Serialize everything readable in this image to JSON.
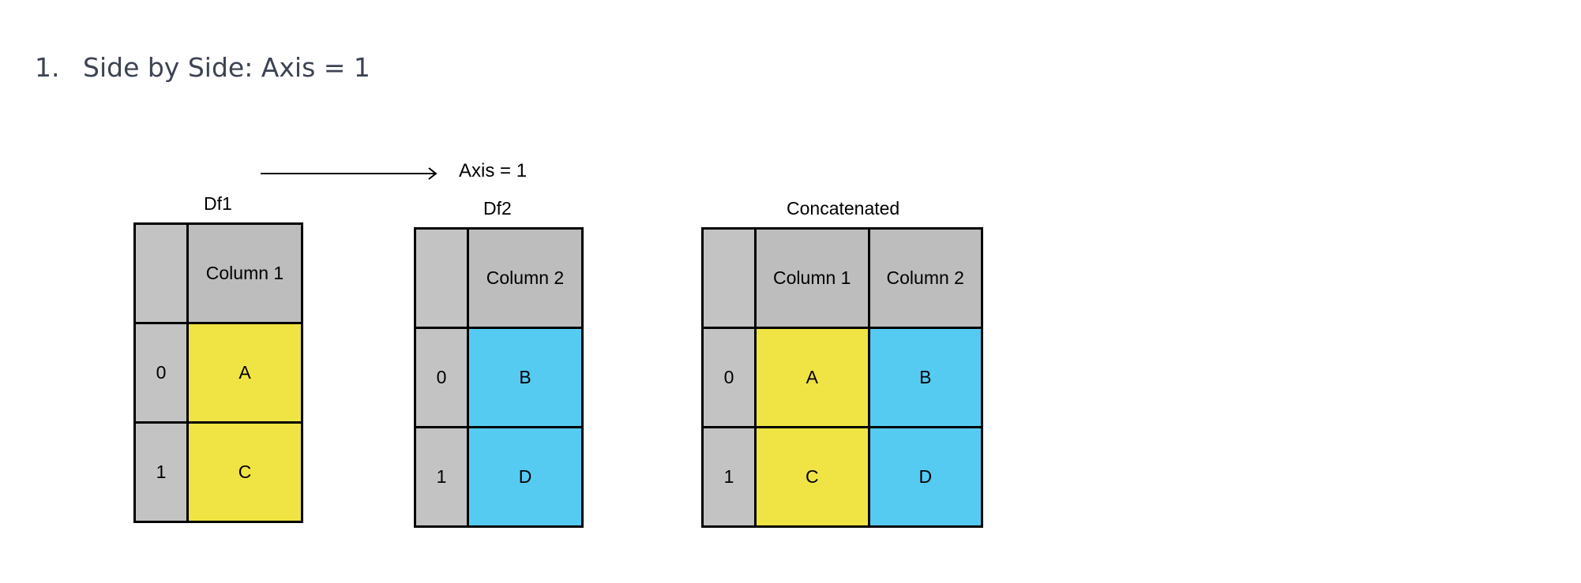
{
  "heading": {
    "number": "1.",
    "title": "Side by Side: Axis = 1"
  },
  "axis_label": "Axis = 1",
  "tables": {
    "df1": {
      "caption": "Df1",
      "columns": [
        "Column 1"
      ],
      "rows": [
        {
          "index": "0",
          "cells": [
            "A"
          ]
        },
        {
          "index": "1",
          "cells": [
            "C"
          ]
        }
      ]
    },
    "df2": {
      "caption": "Df2",
      "columns": [
        "Column 2"
      ],
      "rows": [
        {
          "index": "0",
          "cells": [
            "B"
          ]
        },
        {
          "index": "1",
          "cells": [
            "D"
          ]
        }
      ]
    },
    "concat": {
      "caption": "Concatenated",
      "columns": [
        "Column 1",
        "Column 2"
      ],
      "rows": [
        {
          "index": "0",
          "cells": [
            "A",
            "B"
          ]
        },
        {
          "index": "1",
          "cells": [
            "C",
            "D"
          ]
        }
      ]
    }
  },
  "colors": {
    "yellow": "#efe443",
    "blue": "#55cbf2",
    "header_gray": "#bdbdbd",
    "index_gray": "#c3c3c3"
  }
}
